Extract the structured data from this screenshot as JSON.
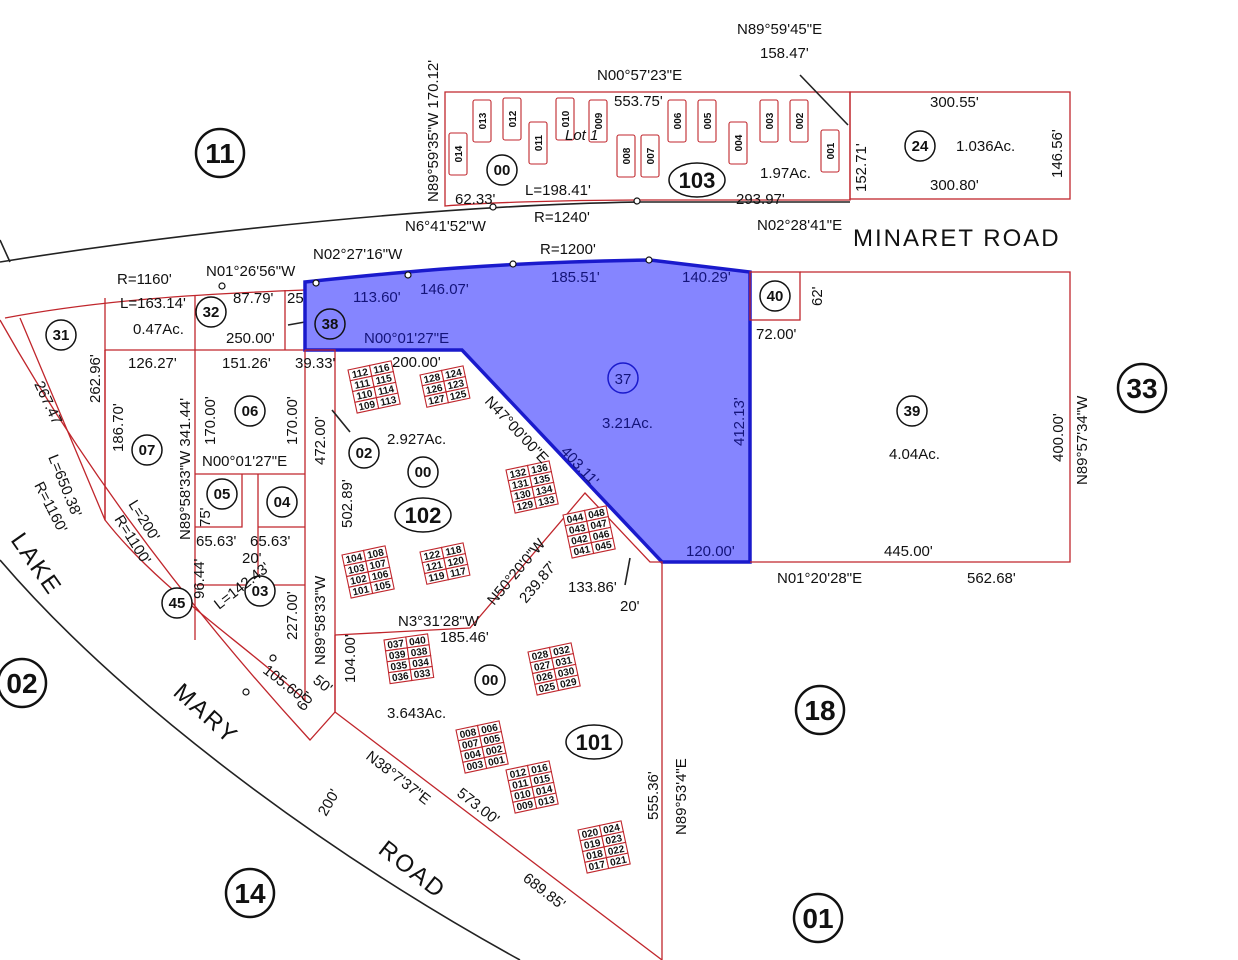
{
  "roads": {
    "minaret": "MINARET   ROAD",
    "lake": "LAKE",
    "mary": "MARY",
    "road": "ROAD"
  },
  "sections": {
    "s11": "11",
    "s02": "02",
    "s14": "14",
    "s18": "18",
    "s01": "01",
    "s33": "33"
  },
  "blocks": {
    "b103": "103",
    "b102": "102",
    "b101": "101"
  },
  "lots": {
    "l24": "24",
    "l32": "32",
    "l31": "31",
    "l38": "38",
    "l37": "37",
    "l40": "40",
    "l39": "39",
    "l06": "06",
    "l07": "07",
    "l05": "05",
    "l04": "04",
    "l03": "03",
    "l45": "45",
    "l02": "02",
    "l00a": "00",
    "l00b": "00",
    "l00c": "00"
  },
  "areas": {
    "a103": "1.97Ac.",
    "a24": "1.036Ac.",
    "a32": "0.47Ac.",
    "a37": "3.21Ac.",
    "a39": "4.04Ac.",
    "a102": "2.927Ac.",
    "a101": "3.643Ac.",
    "lot1": "Lot 1"
  },
  "highlight": {
    "color": "#8585ff",
    "border": "#1a1acc",
    "parcel": "37"
  },
  "dims": {
    "d1": "N89°59'45\"E",
    "d2": "158.47'",
    "d3": "N00°57'23\"E",
    "d4": "553.75'",
    "d5": "N89°59'35\"W 170.12'",
    "d6": "300.55'",
    "d7": "152.71'",
    "d8": "146.56'",
    "d9": "300.80'",
    "d10": "62.33'",
    "d11": "L=198.41'",
    "d12": "293.97'",
    "d13": "R=1240'",
    "d14": "N6°41'52\"W",
    "d15": "N02°28'41\"E",
    "d16": "N02°27'16\"W",
    "d17": "R=1200'",
    "d18": "R=1160'",
    "d19": "N01°26'56\"W",
    "d20": "L=163.14'",
    "d21": "87.79'",
    "d22": "25",
    "d23": "250.00'",
    "d24": "113.60'",
    "d25": "146.07'",
    "d26": "185.51'",
    "d27": "140.29'",
    "d28": "62'",
    "d29": "72.00'",
    "d30": "N00°01'27\"E",
    "d31": "200.00'",
    "d32": "39.33'",
    "d33": "126.27'",
    "d34": "151.26'",
    "d35": "262.96'",
    "d36": "267.47",
    "d37": "186.70'",
    "d38": "N89°58'33\"W 341.44'",
    "d39": "170.00'",
    "d40": "170.00'",
    "d41": "472.00'",
    "d42": "N00°01'27\"E",
    "d43": "75'",
    "d44": "65.63'",
    "d45": "65.63'",
    "d46": "20'",
    "d47": "L=650.38'",
    "d48": "R=1160'",
    "d49": "L=200'",
    "d50": "R=1100'",
    "d51": "96.44'",
    "d52": "L=142.43'",
    "d53": "227.00'",
    "d54": "N89°58'33\"W",
    "d55": "502.89'",
    "d56": "105.60'",
    "d57": "60'",
    "d58": "50'",
    "d59": "104.00'",
    "d60": "N3°31'28\"W",
    "d61": "185.46'",
    "d62": "N50°20'0\"W",
    "d63": "239.87'",
    "d64": "N47°00'00\"E",
    "d65": "403.11'",
    "d66": "412.13'",
    "d67": "120.00'",
    "d68": "445.00'",
    "d69": "N01°20'28\"E",
    "d70": "562.68'",
    "d71": "133.86'",
    "d72": "20'",
    "d73": "400.00'",
    "d74": "N89°57'34\"W",
    "d75": "555.36'",
    "d76": "N89°53'4\"E",
    "d77": "N38°7'37\"E",
    "d78": "573.00'",
    "d79": "689.85'",
    "d80": "200'"
  },
  "units": {
    "top": [
      "014",
      "013",
      "012",
      "011",
      "010",
      "009",
      "008",
      "007",
      "006",
      "005",
      "004",
      "003",
      "002",
      "001"
    ],
    "g102a": [
      "112",
      "116",
      "111",
      "115",
      "110",
      "114",
      "109",
      "113"
    ],
    "g102b": [
      "128",
      "124",
      "126",
      "123",
      "127",
      "125"
    ],
    "g102c": [
      "132",
      "136",
      "131",
      "135",
      "130",
      "134",
      "129",
      "133"
    ],
    "g102d": [
      "104",
      "108",
      "103",
      "107",
      "102",
      "106",
      "101",
      "105"
    ],
    "g102e": [
      "122",
      "118",
      "121",
      "120",
      "119",
      "117"
    ],
    "g101a": [
      "044",
      "048",
      "043",
      "047",
      "042",
      "046",
      "041",
      "045"
    ],
    "g101b": [
      "037",
      "040",
      "039",
      "038",
      "035",
      "034",
      "036",
      "033"
    ],
    "g101c": [
      "028",
      "032",
      "027",
      "031",
      "026",
      "030",
      "025",
      "029"
    ],
    "g101d": [
      "008",
      "006",
      "007",
      "005",
      "004",
      "002",
      "003",
      "001"
    ],
    "g101e": [
      "012",
      "016",
      "011",
      "015",
      "010",
      "014",
      "009",
      "013"
    ],
    "g101f": [
      "020",
      "024",
      "019",
      "023",
      "018",
      "022",
      "017",
      "021"
    ]
  }
}
